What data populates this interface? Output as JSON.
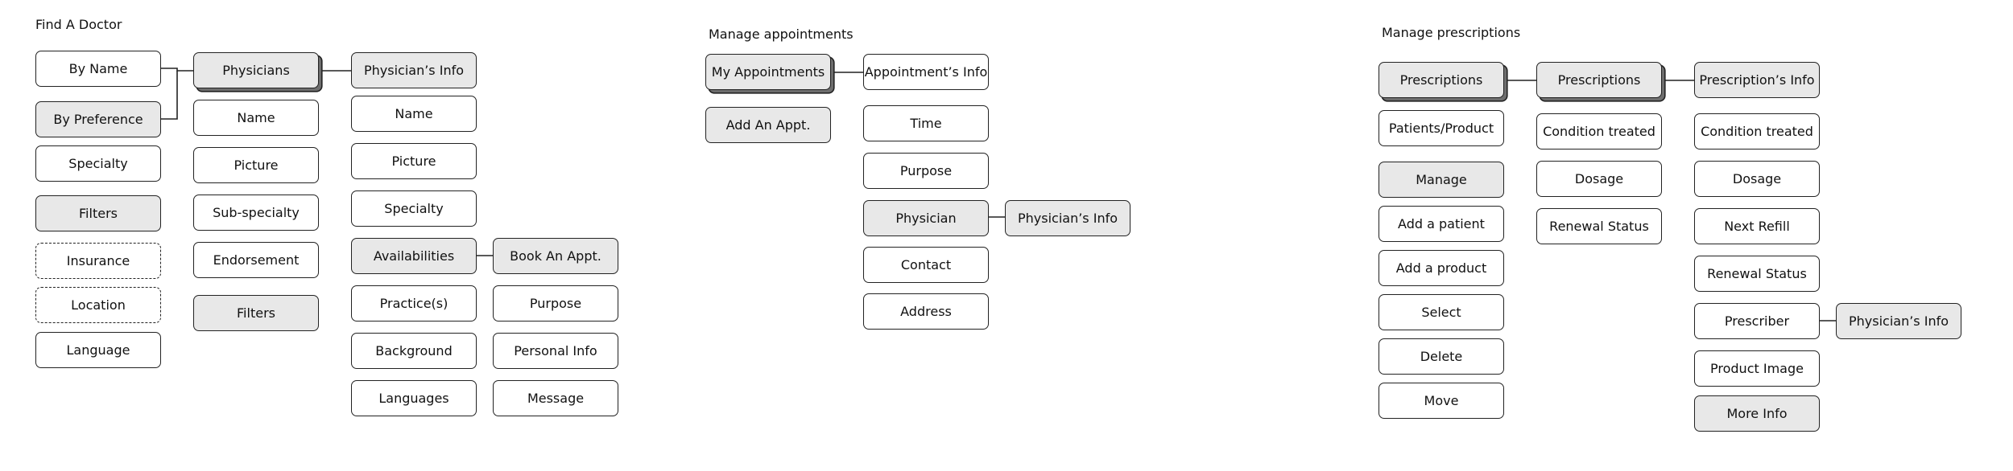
{
  "sections": {
    "doctor": {
      "title": "Find A Doctor"
    },
    "appointments": {
      "title": "Manage appointments"
    },
    "prescriptions": {
      "title": "Manage prescriptions"
    }
  },
  "doctor": {
    "search": [
      "By Name",
      "By Preference",
      "Specialty",
      "Filters",
      "Insurance",
      "Location",
      "Language"
    ],
    "physicians": [
      "Physicians",
      "Name",
      "Picture",
      "Sub-specialty",
      "Endorsement",
      "Filters"
    ],
    "info": [
      "Physician’s Info",
      "Name",
      "Picture",
      "Specialty",
      "Availabilities",
      "Practice(s)",
      "Background",
      "Languages"
    ],
    "booking": [
      "Book An Appt.",
      "Purpose",
      "Personal Info",
      "Message"
    ]
  },
  "appointments": {
    "list": [
      "My Appointments",
      "Add An Appt."
    ],
    "info": [
      "Appointment’s Info",
      "Time",
      "Purpose",
      "Physician",
      "Contact",
      "Address"
    ],
    "physician_link": "Physician’s Info"
  },
  "prescriptions": {
    "col1": [
      "Prescriptions",
      "Patients/Product",
      "Manage",
      "Add a patient",
      "Add a product",
      "Select",
      "Delete",
      "Move"
    ],
    "col2": [
      "Prescriptions",
      "Condition treated",
      "Dosage",
      "Renewal Status"
    ],
    "col3": [
      "Prescription’s Info",
      "Condition treated",
      "Dosage",
      "Next Refill",
      "Renewal Status",
      "Prescriber",
      "Product Image",
      "More Info"
    ],
    "prescriber_link": "Physician’s Info"
  }
}
